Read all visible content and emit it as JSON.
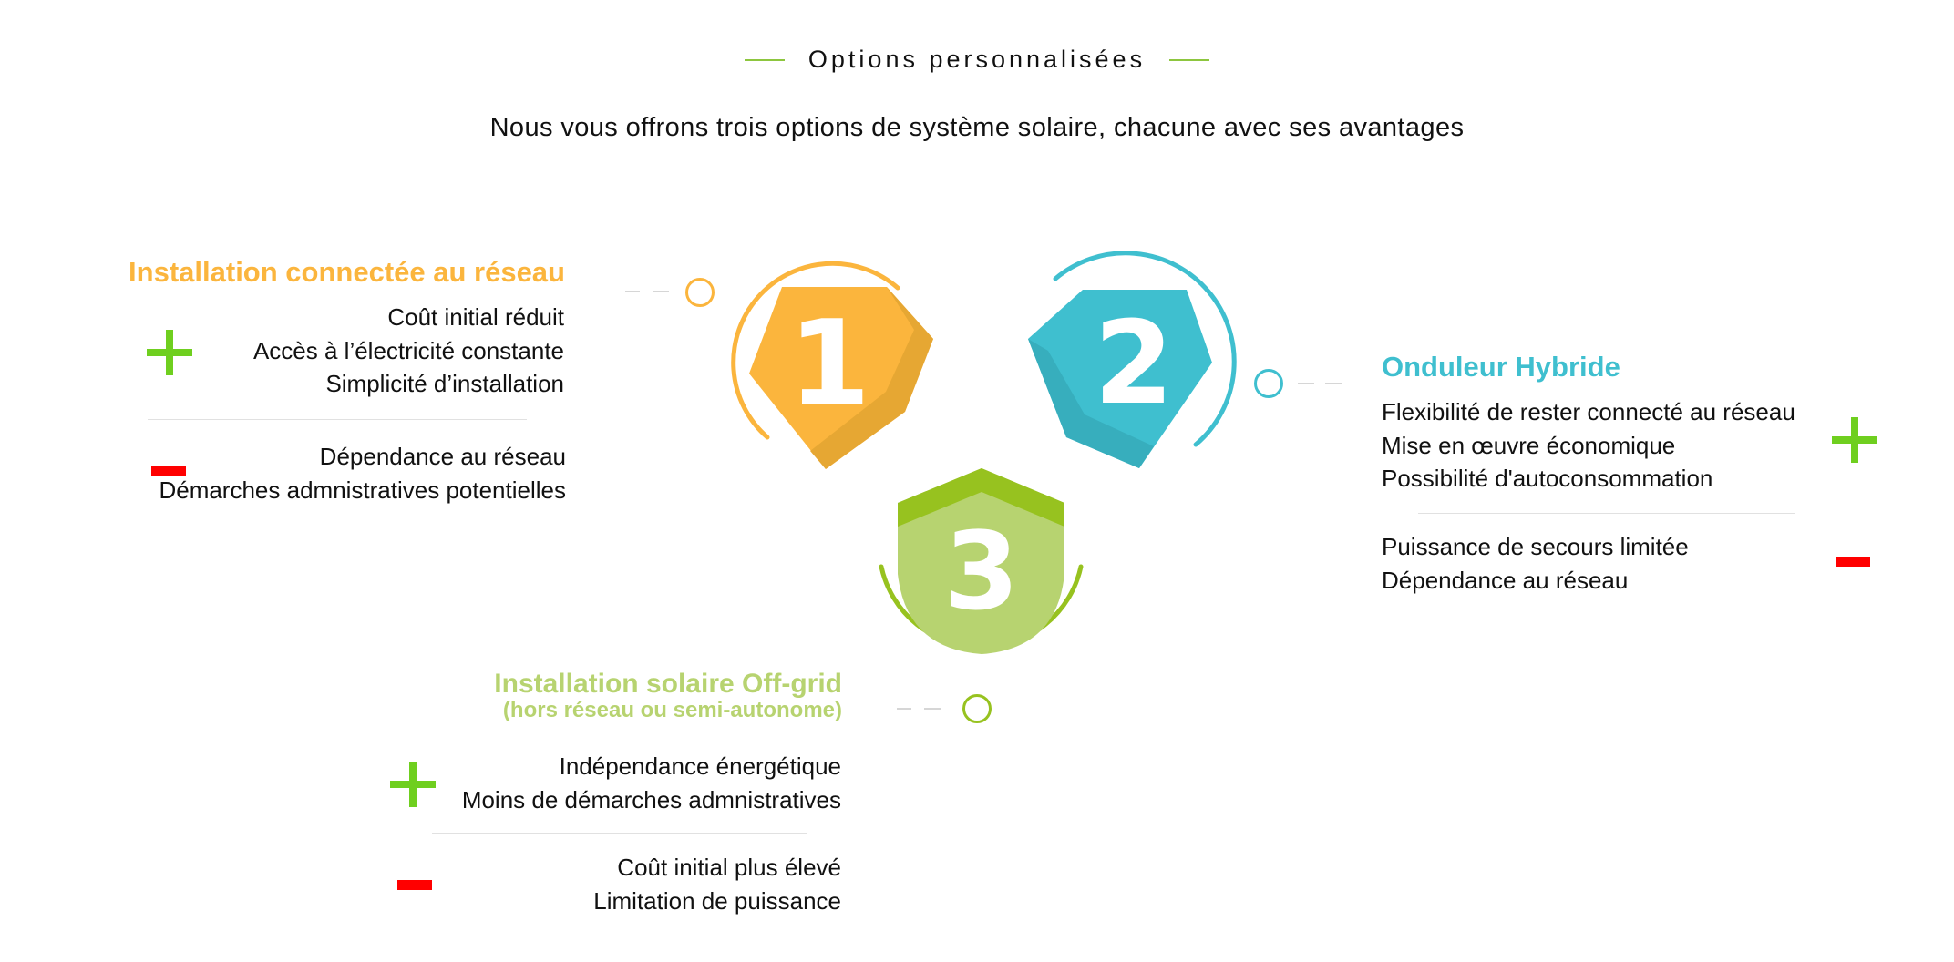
{
  "header": {
    "eyebrow": "Options personnalisées",
    "subtitle": "Nous vous offrons trois options de système solaire, chacune avec ses avantages"
  },
  "colors": {
    "orange": "#fbb53d",
    "blue": "#3fbfcf",
    "green_light": "#b7d370",
    "green_dark": "#97c21f",
    "plus": "#6fcf1f",
    "minus": "#ff0000"
  },
  "options": [
    {
      "number": "1",
      "title": "Installation connectée au réseau",
      "pros": [
        "Coût initial réduit",
        "Accès à l’électricité constante",
        "Simplicité d’installation"
      ],
      "cons": [
        "Dépendance au réseau",
        "Démarches admnistratives potentielles"
      ]
    },
    {
      "number": "2",
      "title": "Onduleur Hybride",
      "pros": [
        "Flexibilité de rester connecté au réseau",
        "Mise en œuvre économique",
        "Possibilité d'autoconsommation"
      ],
      "cons": [
        "Puissance de secours limitée",
        "Dépendance au réseau"
      ]
    },
    {
      "number": "3",
      "title": "Installation solaire Off-grid",
      "subtitle": "(hors réseau ou semi-autonome)",
      "pros": [
        "Indépendance énergétique",
        "Moins de démarches admnistratives"
      ],
      "cons": [
        "Coût initial plus élevé",
        "Limitation de puissance"
      ]
    }
  ],
  "icons": {
    "pro": "plus-icon",
    "con": "minus-icon",
    "connector": "circle-connector-icon"
  }
}
